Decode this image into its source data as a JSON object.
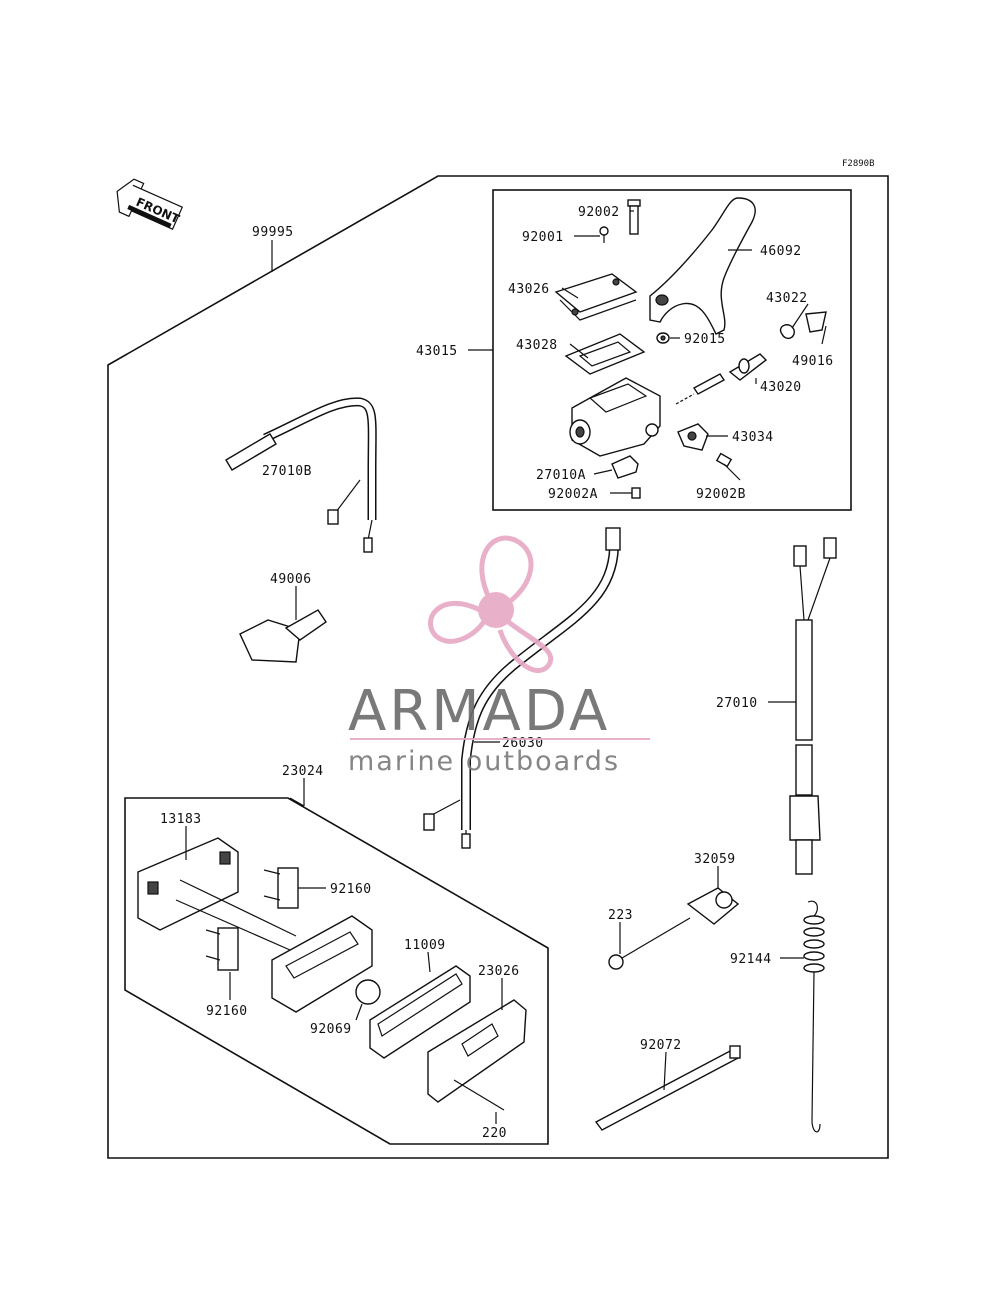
{
  "diagram_code": "F2890B",
  "front_arrow_label": "FRONT",
  "watermark": {
    "brand": "ARMADA",
    "tagline": "marine outboards",
    "accent_color": "#e7a9c4",
    "text_color": "#6b6b6b"
  },
  "labels": {
    "p99995": "99995",
    "p43015": "43015",
    "p92002": "92002",
    "p92001": "92001",
    "p46092": "46092",
    "p43026": "43026",
    "p43022": "43022",
    "p43028": "43028",
    "p92015": "92015",
    "p49016": "49016",
    "p43020": "43020",
    "p43034": "43034",
    "p27010A": "27010A",
    "p92002A": "92002A",
    "p92002B": "92002B",
    "p27010B": "27010B",
    "p49006": "49006",
    "p26030": "26030",
    "p27010": "27010",
    "p23024": "23024",
    "p13183": "13183",
    "p92160a": "92160",
    "p92160b": "92160",
    "p11009": "11009",
    "p23026": "23026",
    "p92069": "92069",
    "p220": "220",
    "p32059": "32059",
    "p223": "223",
    "p92144": "92144",
    "p92072": "92072"
  }
}
